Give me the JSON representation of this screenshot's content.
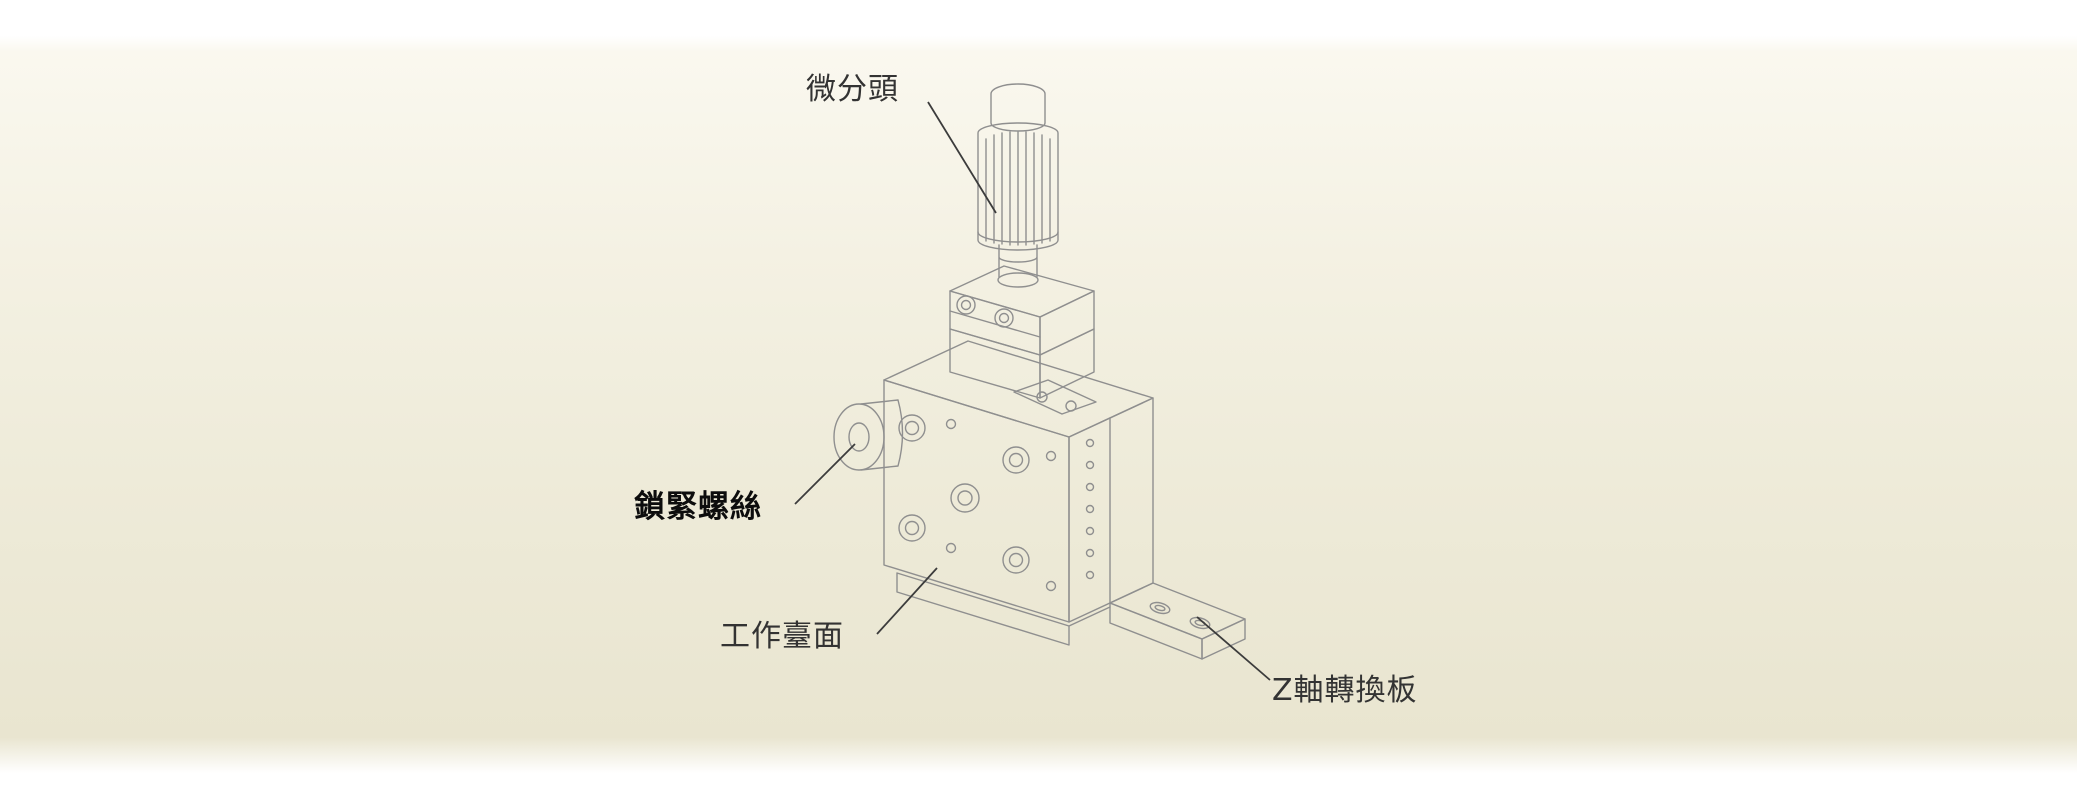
{
  "colors": {
    "background_top": "#ffffff",
    "background_cream_light": "#f4f1e3",
    "background_cream_dark": "#e9e5d0",
    "drawing_line": "#8f8f8f",
    "leader_line": "#3c3c3c",
    "label_text": "#333333",
    "label_text_bold": "#0d0d0d"
  },
  "diagram": {
    "description_type": "isometric-line-drawing-of-z-axis-micrometer-stage",
    "labels": {
      "micrometer_head": "微分頭",
      "locking_screw": "鎖緊螺絲",
      "work_surface": "工作臺面",
      "z_axis_adapter_plate": "Z軸轉換板"
    }
  }
}
